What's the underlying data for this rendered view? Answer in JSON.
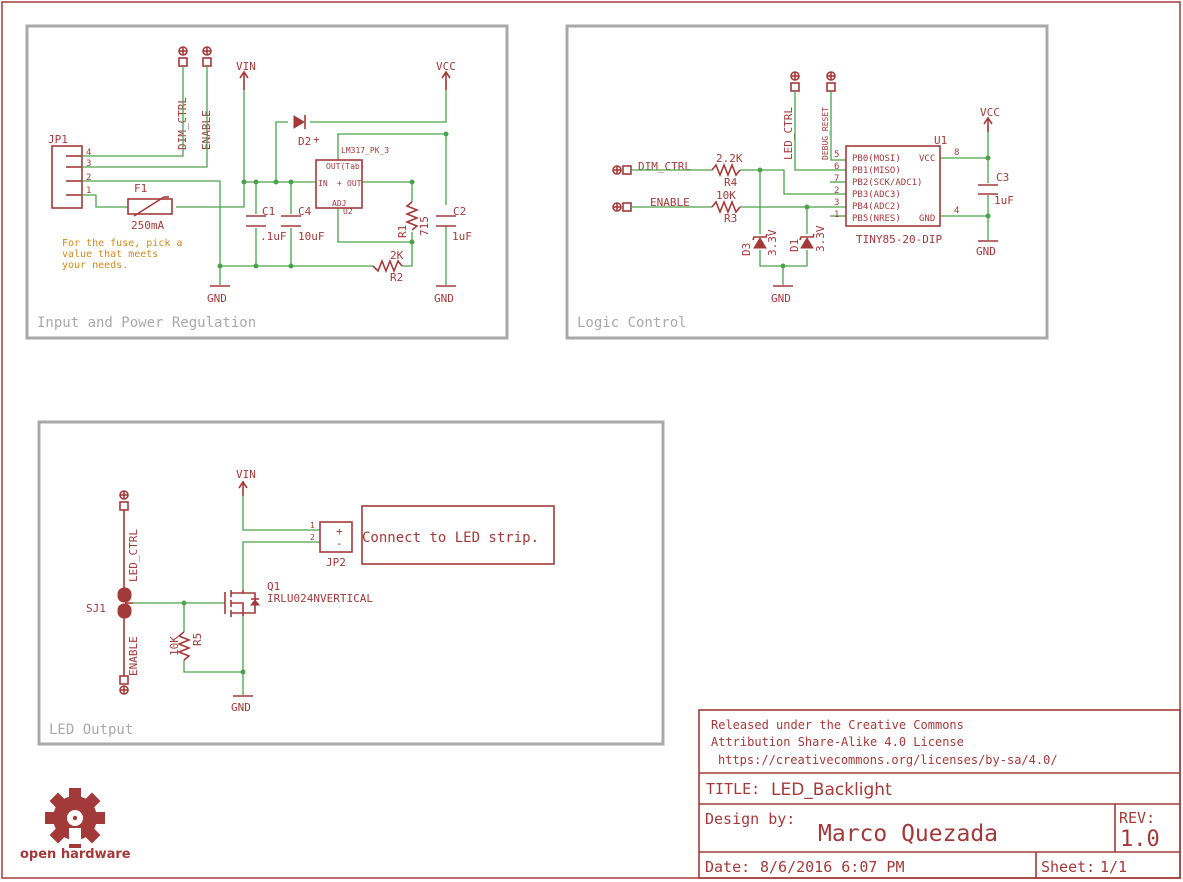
{
  "colors": {
    "wire": "#4aa34a",
    "part": "#a33a3a",
    "frame": "#a9a9a9",
    "note": "#d08a1e",
    "border": "#a33a3a"
  },
  "frames": {
    "power": "Input and Power Regulation",
    "logic": "Logic Control",
    "output": "LED Output"
  },
  "power": {
    "jp1": "JP1",
    "jp1_pins": [
      "4",
      "3",
      "2",
      "1"
    ],
    "net_dim": "DIM_CTRL",
    "net_enable": "ENABLE",
    "vin": "VIN",
    "vcc": "VCC",
    "f1_name": "F1",
    "f1_value": "250mA",
    "fuse_note": [
      "For the fuse, pick a",
      "value that meets",
      "your needs."
    ],
    "d2": "D2",
    "reg_name": "LM317_PK_3",
    "reg_out_adj": "OUT(Tab)",
    "reg_in": "IN",
    "reg_plus": "+",
    "reg_out": "OUT",
    "reg_adj": "ADJ",
    "reg_ref": "U2",
    "c1_name": "C1",
    "c1_value": ".1uF",
    "c4_name": "C4",
    "c4_value": "10uF",
    "r1_name": "R1",
    "r1_value": "715",
    "c2_name": "C2",
    "c2_value": "1uF",
    "r2_name": "R2",
    "r2_value": "2K",
    "gnd": "GND"
  },
  "logic": {
    "net_dim": "DIM_CTRL",
    "net_enable": "ENABLE",
    "net_led": "LED_CTRL",
    "net_reset": "DEBUG_RESET",
    "r4_name": "R4",
    "r4_value": "2.2K",
    "r3_name": "R3",
    "r3_value": "10K",
    "d3_name": "D3",
    "d3_value": "3.3V",
    "d1_name": "D1",
    "d1_value": "3.3V",
    "u1_ref": "U1",
    "u1_name": "TINY85-20-DIP",
    "u1_pins_left": [
      "PB0(MOSI)",
      "PB1(MISO)",
      "PB2(SCK/ADC1)",
      "PB3(ADC3)",
      "PB4(ADC2)",
      "PB5(NRES)"
    ],
    "u1_pinnums_left": [
      "5",
      "6",
      "7",
      "2",
      "3",
      "1"
    ],
    "u1_vcc": "VCC",
    "u1_gnd": "GND",
    "u1_pin8": "8",
    "u1_pin4": "4",
    "vcc": "VCC",
    "c3_name": "C3",
    "c3_value": "1uF",
    "gnd": "GND"
  },
  "output": {
    "vin": "VIN",
    "net_led": "LED_CTRL",
    "net_enable": "ENABLE",
    "sj1": "SJ1",
    "q1_name": "Q1",
    "q1_value": "IRLU024NVERTICAL",
    "r5_name": "R5",
    "r5_value": "10K",
    "jp2": "JP2",
    "jp2_pin1": "1",
    "jp2_pin2": "2",
    "jp2_plus": "+",
    "jp2_minus": "-",
    "led_note": "Connect to LED strip.",
    "gnd": "GND"
  },
  "titleblock": {
    "license_1": "Released under the Creative Commons",
    "license_2": "Attribution Share-Alike 4.0 License",
    "license_3": "https://creativecommons.org/licenses/by-sa/4.0/",
    "title_label": "TITLE:",
    "title": "LED_Backlight",
    "design_label": "Design by:",
    "designer": "Marco Quezada",
    "rev_label": "REV:",
    "rev": "1.0",
    "date_label": "Date:",
    "date": "8/6/2016 6:07 PM",
    "sheet_label": "Sheet:",
    "sheet": "1/1"
  },
  "logo": {
    "text": "open hardware"
  }
}
